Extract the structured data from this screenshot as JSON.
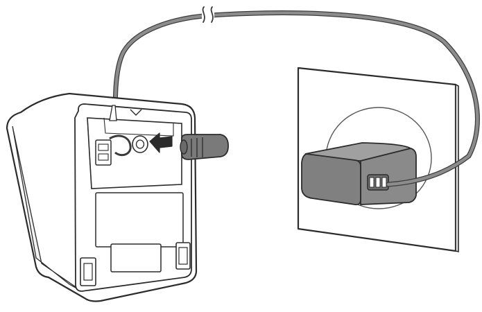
{
  "illustration": {
    "kind": "installation-diagram",
    "parts": [
      "phone-base-back",
      "power-adapter",
      "wall-outlet",
      "power-cord"
    ],
    "insert_arrow_direction": "left",
    "colors": {
      "outline": "#2b2b2b",
      "device_fill": "#ffffff",
      "adapter_fill": "#808080",
      "plug_fill": "#7a7a7a",
      "cord": "#8c8c8c",
      "cord_edge": "#3a3a3a",
      "arrow": "#2b2b2b"
    }
  }
}
